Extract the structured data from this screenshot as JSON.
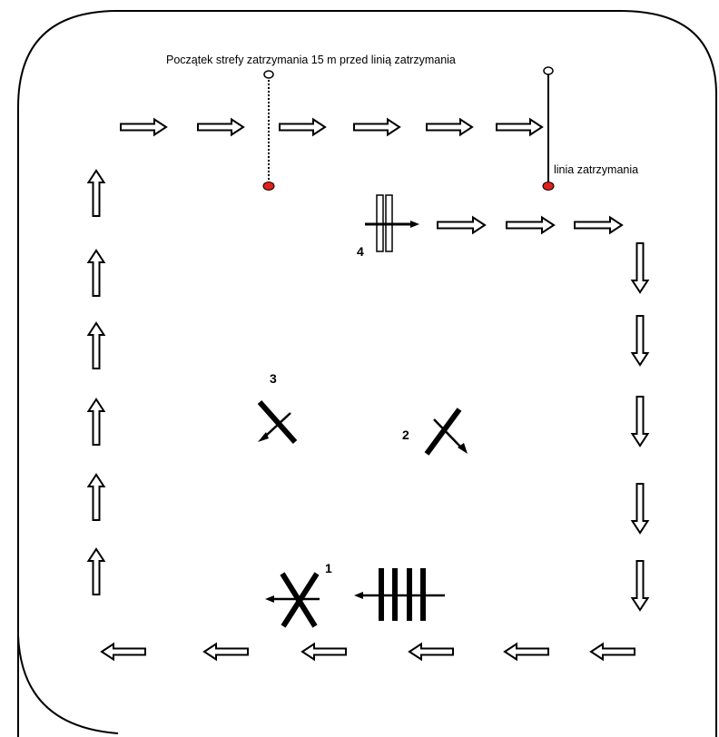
{
  "labels": {
    "zone_start": "Początek strefy zatrzymania 15 m przed linią zatrzymania",
    "stop_line": "linia zatrzymania"
  },
  "obstacles": {
    "o1": "1",
    "o2": "2",
    "o3": "3",
    "o4": "4"
  },
  "colors": {
    "line": "#000000",
    "pole_base": "#e0201a",
    "background": "#ffffff"
  },
  "icons": {
    "arrow": "hollow-arrow-icon",
    "pole": "marker-pole-icon",
    "cross": "crossed-poles-icon",
    "rails": "parallel-poles-icon"
  }
}
